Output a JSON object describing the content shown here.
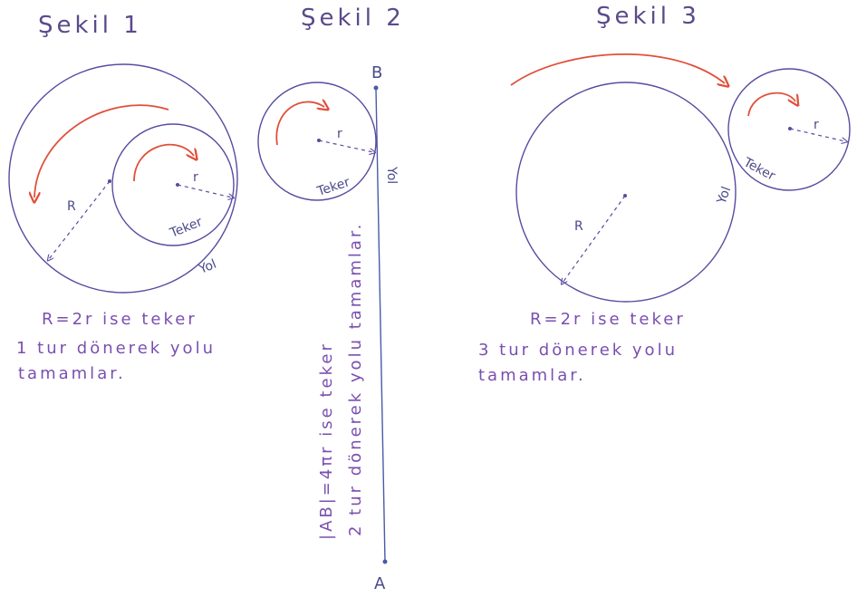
{
  "figures": [
    {
      "title": "Şekil 1",
      "radius_big_label": "R",
      "radius_small_label": "r",
      "wheel_label": "Teker",
      "road_label": "Yol",
      "caption_lines": [
        "R=2r   ise teker",
        "1 tur dönerek yolu",
        "tamamlar."
      ]
    },
    {
      "title": "Şekil 2",
      "radius_label": "r",
      "wheel_label": "Teker",
      "road_label": "Yol",
      "point_top": "B",
      "point_bottom": "A",
      "caption_lines": [
        "|AB|=4πr  ise teker",
        "2 tur dönerek yolu tamamlar."
      ]
    },
    {
      "title": "Şekil 3",
      "radius_big_label": "R",
      "radius_small_label": "r",
      "wheel_label": "Teker",
      "road_label": "Yol",
      "caption_lines": [
        "R=2r  ise teker",
        "3 tur dönerek yolu",
        "tamamlar."
      ]
    }
  ],
  "colors": {
    "ink": "#5a4aa0",
    "arrow": "#e0503a",
    "text": "#7a4fb0"
  }
}
